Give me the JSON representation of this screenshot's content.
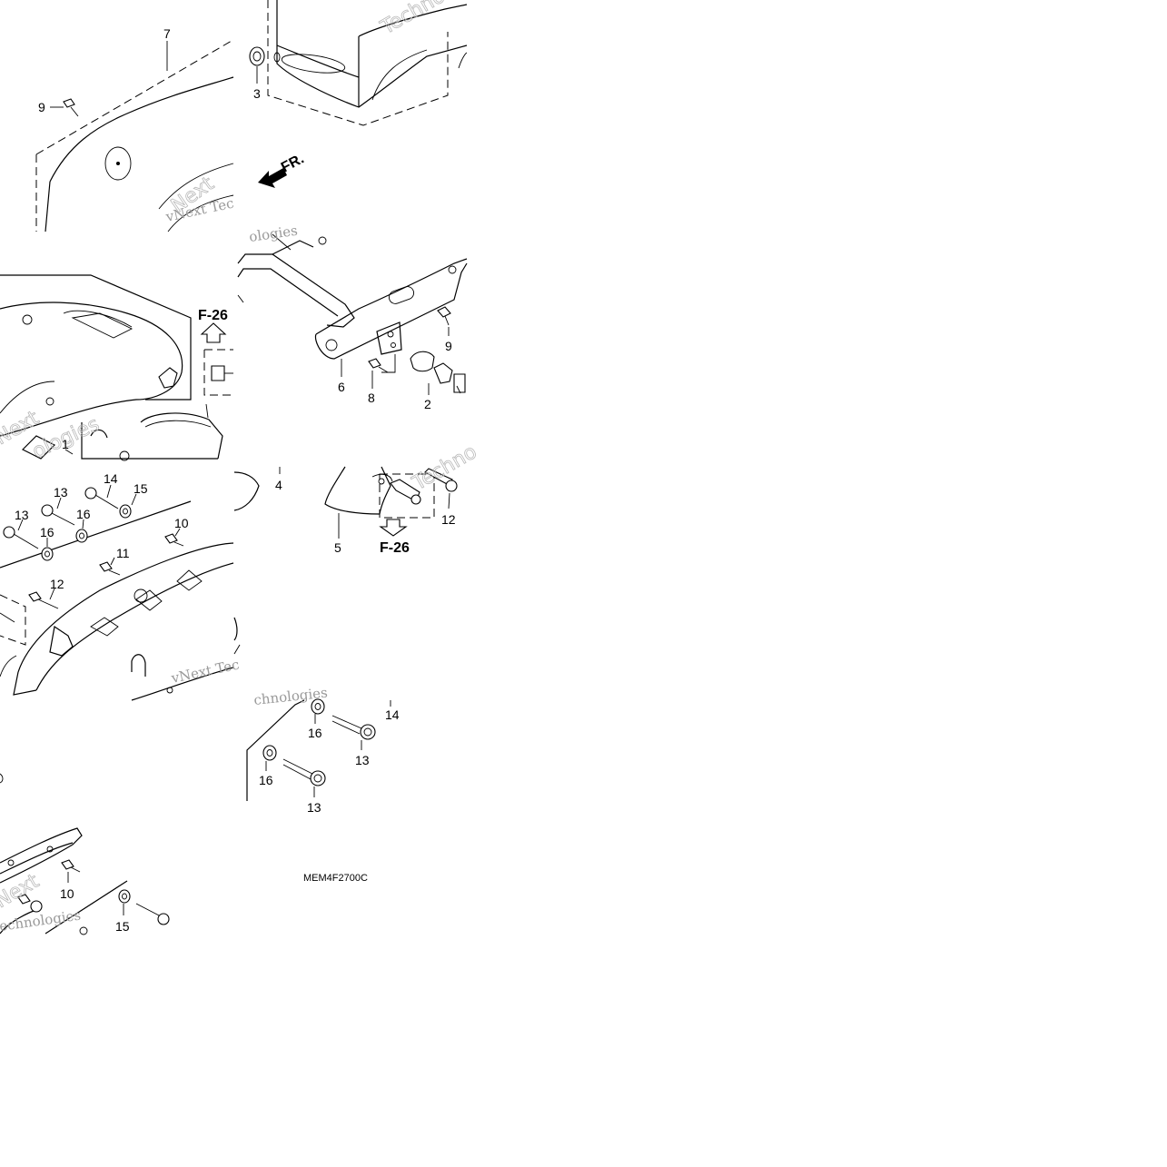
{
  "diagram": {
    "part_labels": {
      "p1": "1",
      "p2": "2",
      "p3": "3",
      "p4": "4",
      "p5": "5",
      "p6": "6",
      "p7": "7",
      "p8": "8",
      "p9a": "9",
      "p9b": "9",
      "p10a": "10",
      "p10b": "10",
      "p11": "11",
      "p12a": "12",
      "p12b": "12",
      "p13a": "13",
      "p13b": "13",
      "p13c": "13",
      "p13d": "13",
      "p14a": "14",
      "p14b": "14",
      "p15a": "15",
      "p15b": "15",
      "p16a": "16",
      "p16b": "16",
      "p16c": "16"
    },
    "refs": {
      "upper": "F-26",
      "lower": "F-26"
    },
    "direction": "FR.",
    "diagram_code": "MEM4F2700C",
    "watermark": {
      "line1": "vNext Technologies",
      "line2": "vNext Tec",
      "line3": "Technologies",
      "line4": "echnologies",
      "line5": "chnologies",
      "line6": "ologies",
      "line7": "Techno",
      "line8": "Next"
    }
  }
}
